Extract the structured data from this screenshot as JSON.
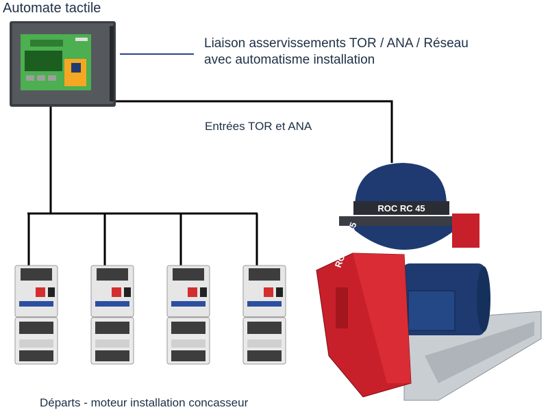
{
  "title": "Automate tactile",
  "labels": {
    "liaison_line1": "Liaison asservissements TOR / ANA / Réseau",
    "liaison_line2": "avec automatisme installation",
    "entrees": "Entrées TOR et ANA",
    "departs": "Départs - moteur installation concasseur"
  },
  "machine": {
    "nameplate": "ROC RC 45",
    "side_text": "ROC RC 45"
  },
  "starters": [
    {
      "id": 1
    },
    {
      "id": 2
    },
    {
      "id": 3
    },
    {
      "id": 4
    }
  ],
  "colors": {
    "text": "#1e2f45",
    "wire": "#000000",
    "link_line": "#2a3f8f",
    "crusher_red": "#c8202a",
    "motor_blue": "#1e3a70",
    "screen_green": "#4caf50"
  }
}
